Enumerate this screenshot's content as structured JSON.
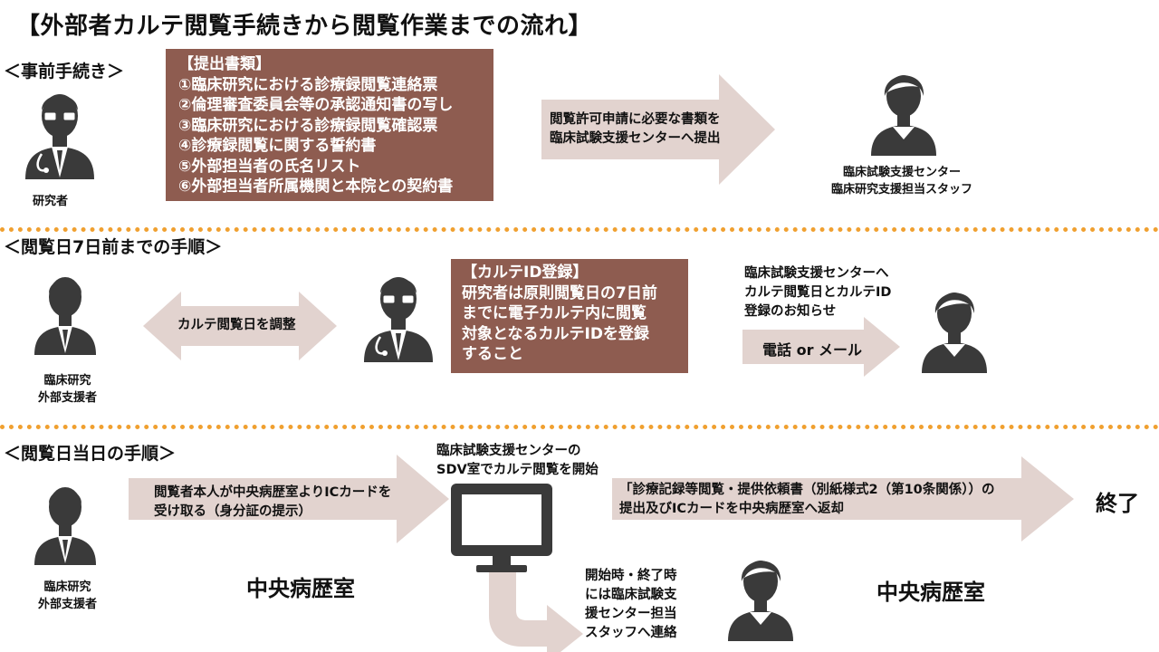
{
  "title": "【外部者カルテ閲覧手続きから閲覧作業までの流れ】",
  "sections": [
    {
      "label": "＜事前手続き＞"
    },
    {
      "label": "＜閲覧日7日前までの手順＞"
    },
    {
      "label": "＜閲覧日当日の手順＞"
    }
  ],
  "colors": {
    "box": "#8e5c50",
    "arrow": "#e2d3cf",
    "divider": "#f0a030",
    "icon": "#3a3a3a"
  },
  "section1": {
    "researcher_label": "研究者",
    "documents": {
      "heading": "【提出書類】",
      "items": [
        "①臨床研究における診療録閲覧連絡票",
        "②倫理審査委員会等の承認通知書の写し",
        "③臨床研究における診療録閲覧確認票",
        "④診療録閲覧に関する誓約書",
        "⑤外部担当者の氏名リスト",
        "⑥外部担当者所属機関と本院との契約書"
      ]
    },
    "arrow_lines": [
      "閲覧許可申請に必要な書類を",
      "臨床試験支援センターへ提出"
    ],
    "staff_lines": [
      "臨床試験支援センター",
      "臨床研究支援担当スタッフ"
    ]
  },
  "section2": {
    "external_lines": [
      "臨床研究",
      "外部支援者"
    ],
    "arrow_text": "カルテ閲覧日を調整",
    "id_box": {
      "heading": "【カルテID登録】",
      "lines": [
        "研究者は原則閲覧日の7日前",
        "までに電子カルテ内に閲覧",
        "対象となるカルテIDを登録",
        "すること"
      ]
    },
    "notice_lines": [
      "臨床試験支援センターへ",
      "カルテ閲覧日とカルテID",
      "登録のお知らせ"
    ],
    "contact_arrow": "電話 or メール"
  },
  "section3": {
    "external_lines": [
      "臨床研究",
      "外部支援者"
    ],
    "arrow1_lines": [
      "閲覧者本人が中央病歴室よりICカードを",
      "受け取る（身分証の提示）"
    ],
    "center_lines": [
      "臨床試験支援センターの",
      "SDV室でカルテ閲覧を開始"
    ],
    "arrow2_lines": [
      "「診療記録等閲覧・提供依頼書（別紙様式2（第10条関係））の",
      "提出及びICカードを中央病歴室へ返却"
    ],
    "end_label": "終了",
    "room_left": "中央病歴室",
    "room_right": "中央病歴室",
    "contact_lines": [
      "開始時・終了時",
      "には臨床試験支",
      "援センター担当",
      "スタッフへ連絡"
    ]
  }
}
